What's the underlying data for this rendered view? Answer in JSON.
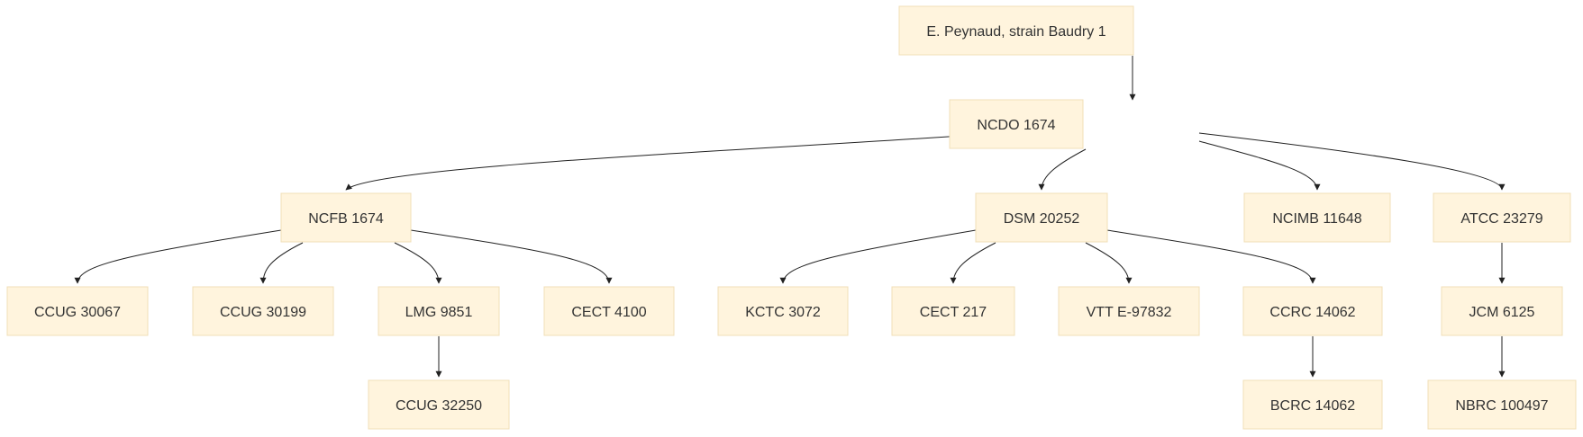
{
  "diagram": {
    "type": "lineage-tree",
    "nodes": [
      {
        "id": "n_root",
        "label": "E. Peynaud, strain Baudry 1"
      },
      {
        "id": "n_ncdo",
        "label": "NCDO 1674"
      },
      {
        "id": "n_ncfb",
        "label": "NCFB 1674"
      },
      {
        "id": "n_dsm",
        "label": "DSM 20252"
      },
      {
        "id": "n_ncimb",
        "label": "NCIMB 11648"
      },
      {
        "id": "n_atcc",
        "label": "ATCC 23279"
      },
      {
        "id": "n_ccug30067",
        "label": "CCUG 30067"
      },
      {
        "id": "n_ccug30199",
        "label": "CCUG 30199"
      },
      {
        "id": "n_lmg",
        "label": "LMG 9851"
      },
      {
        "id": "n_cect4100",
        "label": "CECT 4100"
      },
      {
        "id": "n_kctc",
        "label": "KCTC 3072"
      },
      {
        "id": "n_cect217",
        "label": "CECT 217"
      },
      {
        "id": "n_vtt",
        "label": "VTT E-97832"
      },
      {
        "id": "n_ccrc",
        "label": "CCRC 14062"
      },
      {
        "id": "n_jcm",
        "label": "JCM 6125"
      },
      {
        "id": "n_ccug32250",
        "label": "CCUG 32250"
      },
      {
        "id": "n_bcrc",
        "label": "BCRC 14062"
      },
      {
        "id": "n_nbrc",
        "label": "NBRC 100497"
      }
    ],
    "edges": [
      {
        "from": "n_root",
        "to": "n_ncdo"
      },
      {
        "from": "n_ncdo",
        "to": "n_ncfb"
      },
      {
        "from": "n_ncdo",
        "to": "n_dsm"
      },
      {
        "from": "n_ncdo",
        "to": "n_ncimb"
      },
      {
        "from": "n_ncdo",
        "to": "n_atcc"
      },
      {
        "from": "n_ncfb",
        "to": "n_ccug30067"
      },
      {
        "from": "n_ncfb",
        "to": "n_ccug30199"
      },
      {
        "from": "n_ncfb",
        "to": "n_lmg"
      },
      {
        "from": "n_ncfb",
        "to": "n_cect4100"
      },
      {
        "from": "n_lmg",
        "to": "n_ccug32250"
      },
      {
        "from": "n_dsm",
        "to": "n_kctc"
      },
      {
        "from": "n_dsm",
        "to": "n_cect217"
      },
      {
        "from": "n_dsm",
        "to": "n_vtt"
      },
      {
        "from": "n_dsm",
        "to": "n_ccrc"
      },
      {
        "from": "n_ccrc",
        "to": "n_bcrc"
      },
      {
        "from": "n_atcc",
        "to": "n_jcm"
      },
      {
        "from": "n_jcm",
        "to": "n_nbrc"
      }
    ],
    "colors": {
      "node_fill": "#fff4dd",
      "node_border": "#f0dfb8",
      "text": "#333333",
      "edge": "#222222"
    }
  }
}
